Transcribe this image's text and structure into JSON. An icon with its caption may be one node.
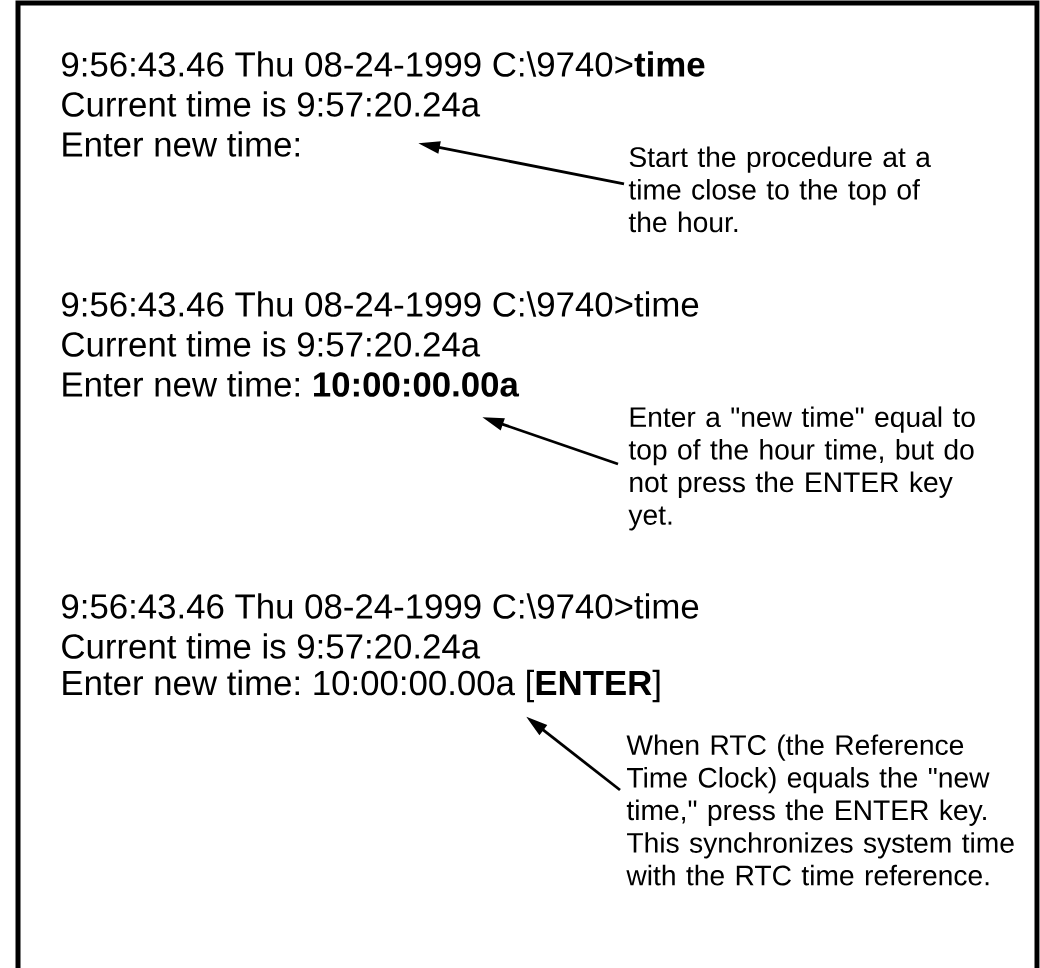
{
  "diagram": {
    "nodes": [
      {
        "text": [
          "Start the procedure at a time close to the top of the hour."
        ]
      },
      {
        "text": [
          "Enter a \"new time\" equal to top of the hour time, but do not press the ENTER key yet."
        ]
      },
      {
        "text": [
          "When RTC (the Reference Time Clock) equals the \"new time,\" press the ENTER key. This synchronizes system time with the RTC time reference."
        ]
      },
      {
        "text": [
          "Enter new time:"
        ]
      },
      {
        "text": [
          "Enter new time: **10:00:00.00a**"
        ]
      },
      {
        "text": [
          "Enter new time: 10:00:00.00a [**ENTER**]"
        ]
      }
    ],
    "edges": [
      {
        "from": 0,
        "to": 3,
        "arrow": "to"
      },
      {
        "from": 1,
        "to": 4,
        "arrow": "to"
      },
      {
        "from": 2,
        "to": 5,
        "arrow": "to"
      }
    ],
    "labels": [
      "9:56:43.46 Thu 08-24-1999 C:\\9740>**time**",
      "Current time is 9:57:20.24a",
      "9:56:43.46 Thu 08-24-1999 C:\\9740>time",
      "Current time is 9:57:20.24a",
      "9:56:43.46 Thu 08-24-1999 C:\\9740>time",
      "Current time is 9:57:20.24a"
    ]
  }
}
